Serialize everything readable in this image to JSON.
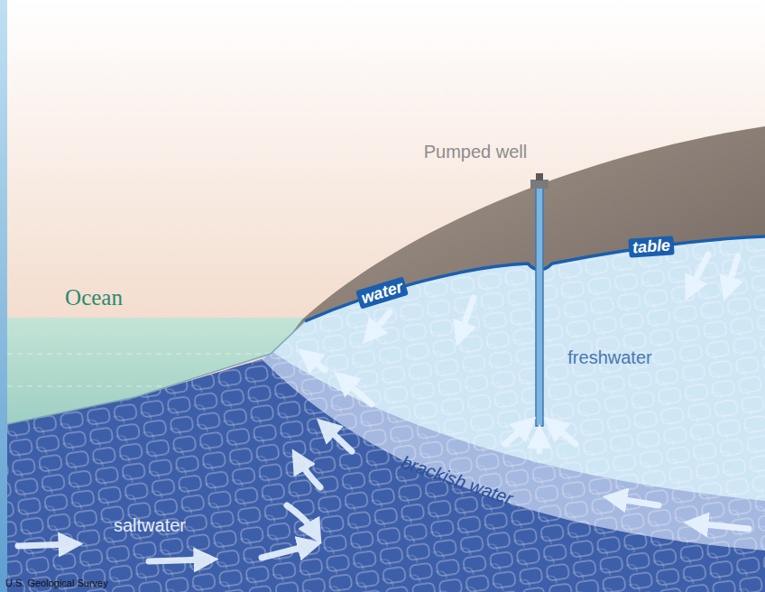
{
  "diagram": {
    "labels": [
      "Pumped well",
      "water",
      "table",
      "Ocean",
      "freshwater",
      "brackish water",
      "saltwater",
      "U.S. Geological Survey"
    ]
  }
}
